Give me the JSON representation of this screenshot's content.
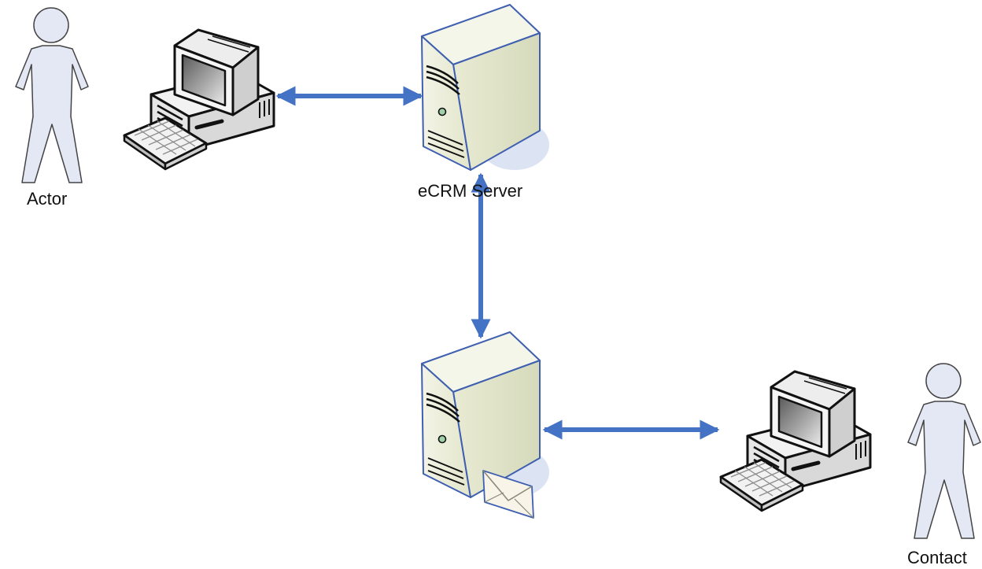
{
  "labels": {
    "actor": "Actor",
    "server": "eCRM Server",
    "contact": "Contact"
  },
  "icons": {
    "actor": "person-icon",
    "contact": "person-icon",
    "actor_workstation": "desktop-computer-icon",
    "contact_workstation": "desktop-computer-icon",
    "ecrm_server": "tower-server-icon",
    "mail_server": "mail-server-icon"
  },
  "colors": {
    "connector": "#4472C4",
    "outline": "#2F55A4",
    "server_body": "#EEF0DD",
    "person_fill": "#E4E8F5",
    "shadow": "#DCE3F2"
  }
}
